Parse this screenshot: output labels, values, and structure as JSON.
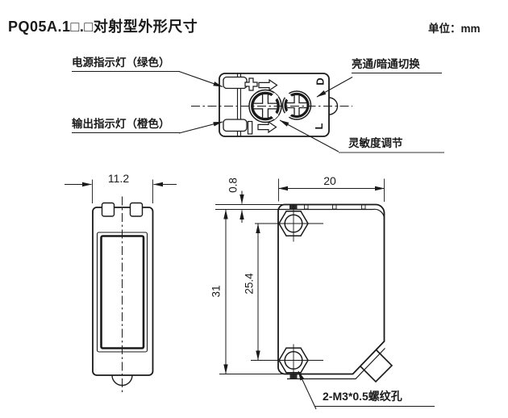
{
  "header": {
    "title": "PQ05A.1□.□对射型外形尺寸",
    "unit": "单位：mm"
  },
  "top_view": {
    "power_label": "电源指示灯（绿色）",
    "output_label": "输出指示灯（橙色）",
    "light_dark_label": "亮通/暗通切换",
    "sensitivity_label": "灵敏度调节",
    "dial_dark_mark": "D",
    "dial_light_mark": "L"
  },
  "side_view": {
    "width_dim": "11.2"
  },
  "front_view": {
    "width_dim": "20",
    "lip_dim": "0.8",
    "height_dim": "31",
    "hole_pitch_dim": "25.4",
    "thread_note": "2-M3*0.5螺纹孔"
  },
  "colors": {
    "line": "#1a1a1a",
    "sensitivity_underline": "#999999",
    "background": "#ffffff"
  }
}
